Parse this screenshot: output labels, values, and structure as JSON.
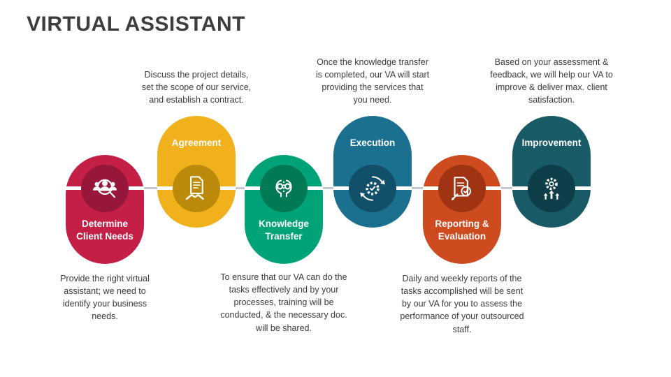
{
  "title": "VIRTUAL ASSISTANT",
  "colors": {
    "connector": "#C3CAD1"
  },
  "steps": [
    {
      "label": "Determine Client Needs",
      "description": "Provide the right virtual assistant; we need to identify your business needs.",
      "position": "bottom",
      "pill_color": "#C42047",
      "icon_bg": "#97173B",
      "icon": "team-search-icon"
    },
    {
      "label": "Agreement",
      "description": "Discuss the project details, set the scope of our service, and establish a contract.",
      "position": "top",
      "pill_color": "#F0B11D",
      "icon_bg": "#BC8A0B",
      "icon": "contract-handshake-icon"
    },
    {
      "label": "Knowledge Transfer",
      "description": "To ensure that our VA can do the tasks effectively and by your processes, training will be conducted, & the necessary doc. will be shared.",
      "position": "bottom",
      "pill_color": "#00A377",
      "icon_bg": "#007A55",
      "icon": "knowledge-transfer-heads-icon"
    },
    {
      "label": "Execution",
      "description": "Once the knowledge transfer is completed, our VA will start providing the services that you need.",
      "position": "top",
      "pill_color": "#1B6F8F",
      "icon_bg": "#124F68",
      "icon": "execution-cycle-gear-icon"
    },
    {
      "label": "Reporting & Evaluation",
      "description": "Daily and weekly reports of the tasks accomplished will be sent by our VA for you to assess the performance of your outsourced staff.",
      "position": "bottom",
      "pill_color": "#CE4A1F",
      "icon_bg": "#A03312",
      "icon": "report-checklist-icon"
    },
    {
      "label": "Improvement",
      "description": "Based on your assessment & feedback, we will help our VA to improve & deliver max. client satisfaction.",
      "position": "top",
      "pill_color": "#185A66",
      "icon_bg": "#0E3F48",
      "icon": "improvement-gear-arrows-icon"
    }
  ]
}
